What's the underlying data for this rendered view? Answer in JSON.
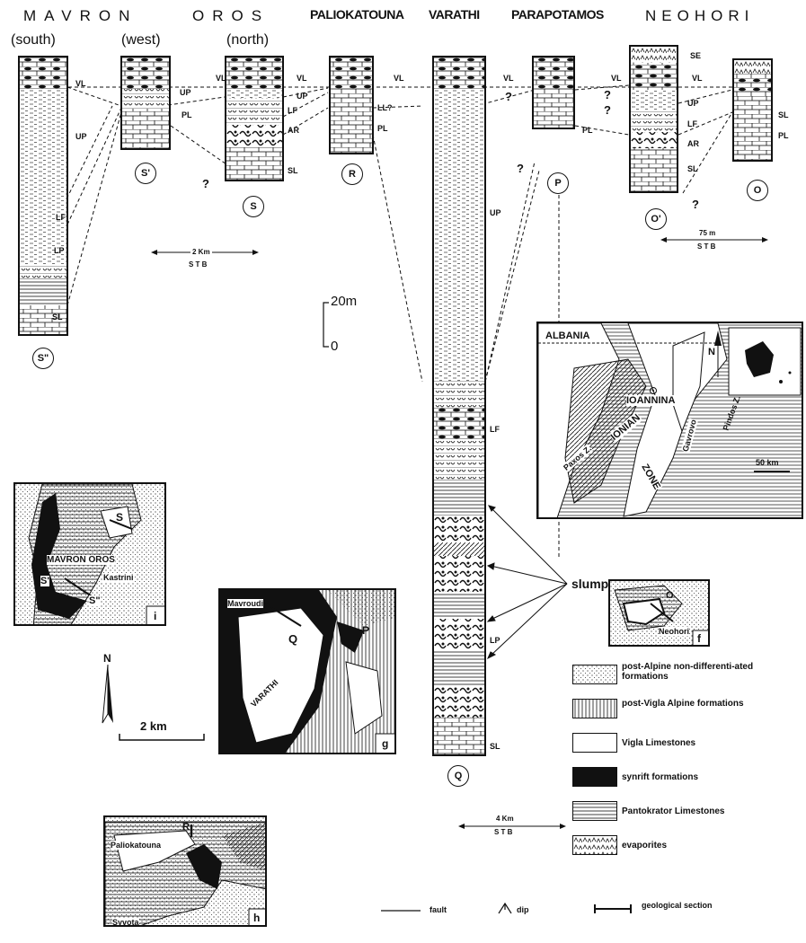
{
  "headers": {
    "mavron": "MAVRON",
    "oros": "OROS",
    "paliokatouna": "PALIOKATOUNA",
    "varathi": "VARATHI",
    "parapotamos": "PARAPOTAMOS",
    "neohori": "NEOHORI"
  },
  "subheaders": {
    "south": "(south)",
    "west": "(west)",
    "north": "(north)"
  },
  "unit_labels": {
    "vl": "VL",
    "up": "UP",
    "lf": "LF",
    "lp": "LP",
    "sl": "SL",
    "pl": "PL",
    "ar": "AR",
    "se": "SE",
    "ll": "LL?",
    "q": "?"
  },
  "section_ids": {
    "s2": "S\"",
    "s1": "S'",
    "s": "S",
    "r": "R",
    "p": "P",
    "q": "Q",
    "o1": "O'",
    "o": "O"
  },
  "scales": {
    "sec_2km": "2 Km",
    "stb": "S T B",
    "sec_75m": "75 m",
    "sec_4km": "4 Km",
    "vert_20": "20m",
    "vert_0": "0",
    "map_2km": "2 km",
    "map_50km": "50 km"
  },
  "map_labels": {
    "albania": "ALBANIA",
    "ioannina": "IOANNINA",
    "pindos": "Pindos Z.",
    "gavrovo": "Gavrovo",
    "ionian": "IONIAN",
    "zone": "ZONE",
    "paxos": "Paxos Z.",
    "mavron_oros": "MAVRON OROS",
    "kastrini": "Kastrini",
    "mavroudi": "Mavroudi",
    "varathi": "VARATHI",
    "neohori": "Neohori",
    "paliokatouna": "Paliokatouna",
    "syvota": "Syvota",
    "north": "N",
    "panel_i": "i",
    "panel_g": "g",
    "panel_f": "f",
    "panel_h": "h"
  },
  "slumps_label": "slumps",
  "legend": [
    {
      "label": "post-Alpine non-differenti-ated formations",
      "pattern": "dots"
    },
    {
      "label": "post-Vigla Alpine formations",
      "pattern": "vertical"
    },
    {
      "label": "Vigla Limestones",
      "pattern": "blank"
    },
    {
      "label": "synrift formations",
      "pattern": "black"
    },
    {
      "label": "Pantokrator Limestones",
      "pattern": "horizontal"
    },
    {
      "label": "evaporites",
      "pattern": "carets"
    }
  ],
  "bottom_legend": {
    "fault": "fault",
    "dip": "dip",
    "section": "geological section"
  }
}
